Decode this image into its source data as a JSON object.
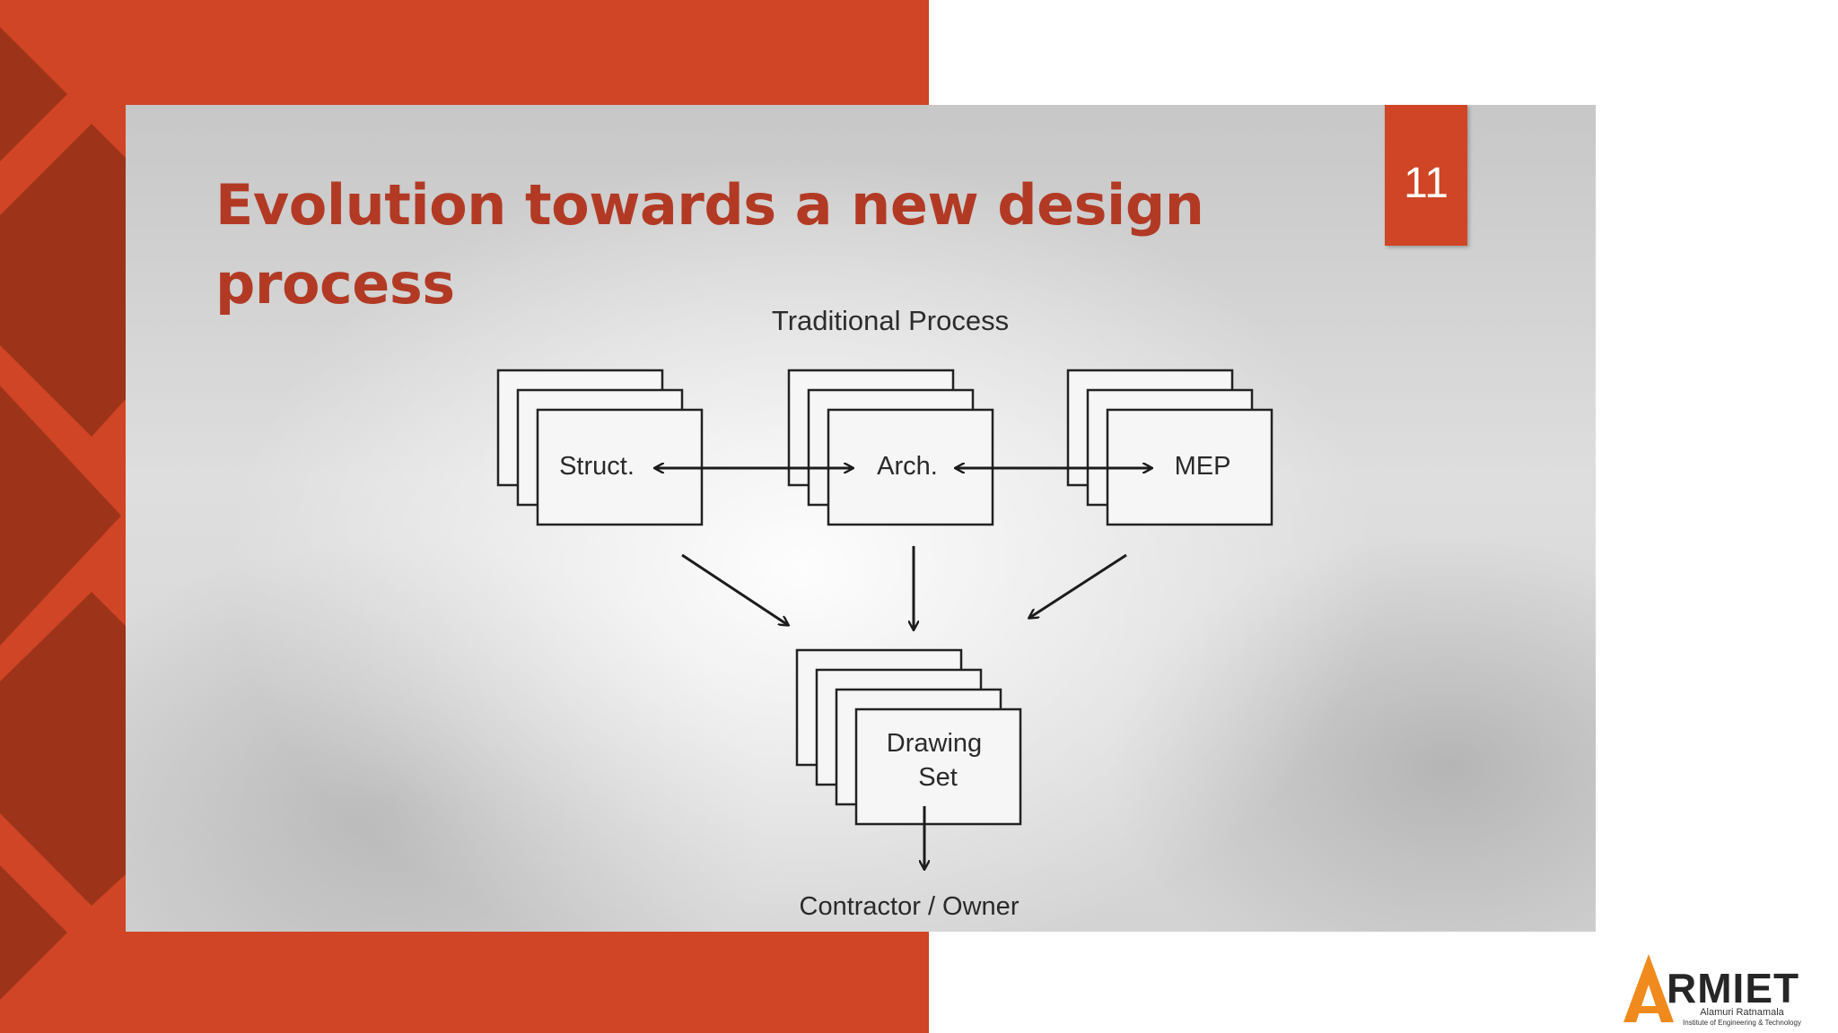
{
  "slide": {
    "title": "Evolution towards a new design process",
    "page_number": "11"
  },
  "diagram": {
    "heading": "Traditional Process",
    "nodes": [
      {
        "id": "struct",
        "label": "Struct."
      },
      {
        "id": "arch",
        "label": "Arch."
      },
      {
        "id": "mep",
        "label": "MEP"
      },
      {
        "id": "drawing_set",
        "label_lines": [
          "Drawing",
          "Set"
        ]
      }
    ],
    "edges": [
      {
        "from": "struct",
        "to": "arch",
        "bidirectional": true
      },
      {
        "from": "arch",
        "to": "mep",
        "bidirectional": true
      },
      {
        "from": "struct",
        "to": "drawing_set"
      },
      {
        "from": "arch",
        "to": "drawing_set"
      },
      {
        "from": "mep",
        "to": "drawing_set"
      },
      {
        "from": "drawing_set",
        "to": "contractor_owner"
      }
    ],
    "output_label": "Contractor / Owner"
  },
  "logo": {
    "name": "ARMIET",
    "subtitle_line1": "Alamuri Ratnamala",
    "subtitle_line2": "Institute of Engineering & Technology"
  },
  "colors": {
    "accent": "#d04525",
    "accent_dark": "#9d3419",
    "title": "#b23a25",
    "logo_orange": "#f08a1c"
  }
}
